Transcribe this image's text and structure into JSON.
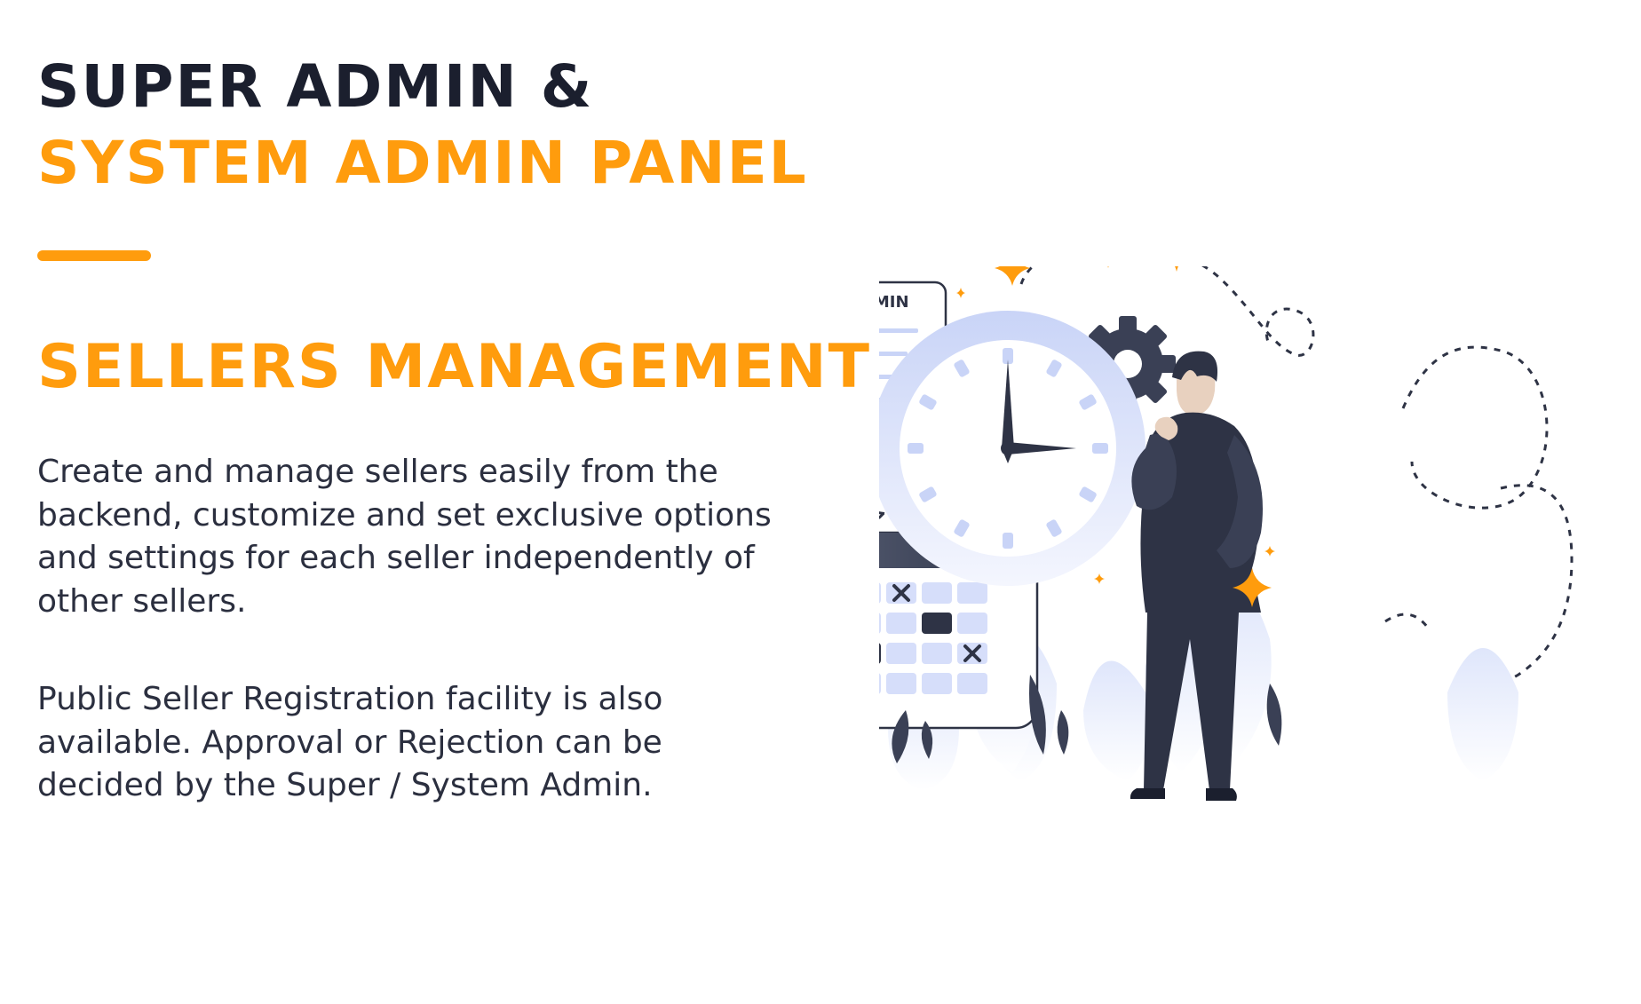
{
  "header": {
    "title_line1": "SUPER ADMIN &",
    "title_line2": "SYSTEM ADMIN PANEL"
  },
  "section": {
    "heading": "SELLERS MANAGEMENT",
    "paragraph1": "Create and manage sellers easily from the backend, customize and set exclusive options and settings for each seller independently of other sellers.",
    "paragraph2": "Public Seller Registration facility is also available. Approval or Rejection can be decided by the Super / System Admin."
  },
  "illustration": {
    "checklist_label": "ADMIN",
    "checklist_checked": [
      true,
      true,
      true,
      false,
      false
    ],
    "icons": [
      "clock-icon",
      "gear-icon",
      "calendar-icon",
      "checklist-icon",
      "businessman-figure",
      "sparkle-icon"
    ]
  },
  "colors": {
    "accent": "#ff9c0d",
    "dark": "#1b1f2e",
    "text": "#2b2f3f",
    "illustration_light": "#dfe6fb",
    "illustration_dark": "#2e3345"
  }
}
